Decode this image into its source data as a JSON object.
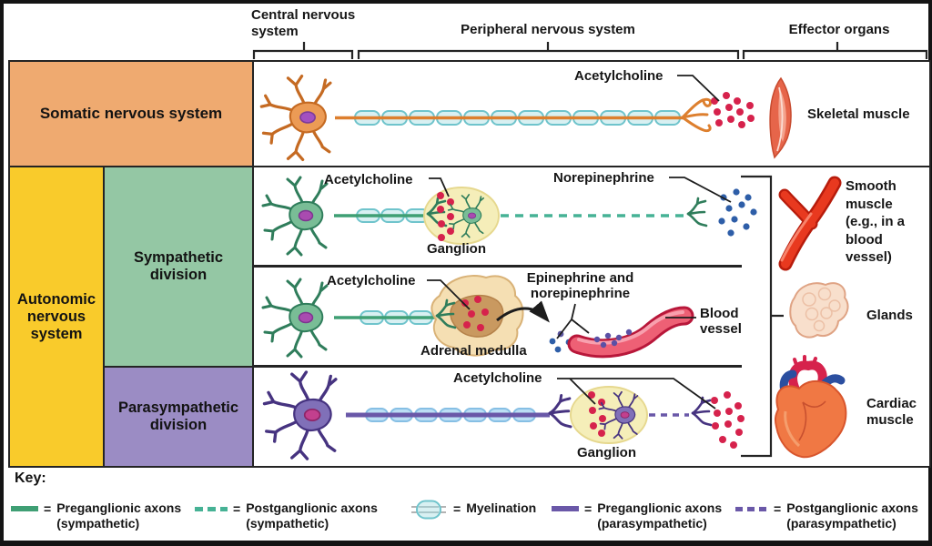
{
  "header": {
    "cns": "Central nervous system",
    "pns": "Peripheral nervous system",
    "effector": "Effector organs"
  },
  "divisions": {
    "somatic": "Somatic nervous system",
    "autonomic": "Autonomic nervous system",
    "sympathetic": "Sympathetic division",
    "parasympathetic": "Parasympathetic division"
  },
  "annotations": {
    "acetylcholine": "Acetylcholine",
    "norepinephrine": "Norepinephrine",
    "ganglion": "Ganglion",
    "epinephrine_norepinephrine": "Epinephrine and norepinephrine",
    "adrenal_medulla": "Adrenal medulla",
    "blood_vessel": "Blood vessel"
  },
  "effectors": {
    "skeletal_muscle": "Skeletal muscle",
    "smooth_muscle": "Smooth muscle (e.g., in a blood vessel)",
    "glands": "Glands",
    "cardiac_muscle": "Cardiac muscle"
  },
  "key": {
    "title": "Key:",
    "equals": "=",
    "items": [
      {
        "name": "preganglionic-sympathetic",
        "style": "solid-line",
        "color": "#3f9f74",
        "label": "Preganglionic axons (sympathetic)"
      },
      {
        "name": "postganglionic-sympathetic",
        "style": "dashed-line",
        "color": "#46b295",
        "label": "Postganglionic axons (sympathetic)"
      },
      {
        "name": "myelination",
        "style": "myelin-capsule",
        "color": "#6fc4cc",
        "label": "Myelination"
      },
      {
        "name": "preganglionic-parasympathetic",
        "style": "solid-line",
        "color": "#6a58a8",
        "label": "Preganglionic axons (parasympathetic)"
      },
      {
        "name": "postganglionic-parasympathetic",
        "style": "dashed-line",
        "color": "#6a58a8",
        "label": "Postganglionic axons (parasympathetic)"
      }
    ]
  },
  "colors": {
    "somatic_row_fill": "#efaa70",
    "autonomic_fill": "#f9cb2b",
    "sympathetic_fill": "#94c7a4",
    "parasympathetic_fill": "#9b8cc4",
    "somatic_neuron": "#ec9b55",
    "sympathetic_neuron": "#79bd96",
    "parasympathetic_neuron": "#8070b8",
    "acetylcholine_dots": "#d6224c",
    "norepinephrine_dots": "#2e5ea8",
    "myelin_outline": "#6fc4cc",
    "ganglion_fill": "#f5eeb9",
    "blood_vessel_red": "#e8506a"
  }
}
